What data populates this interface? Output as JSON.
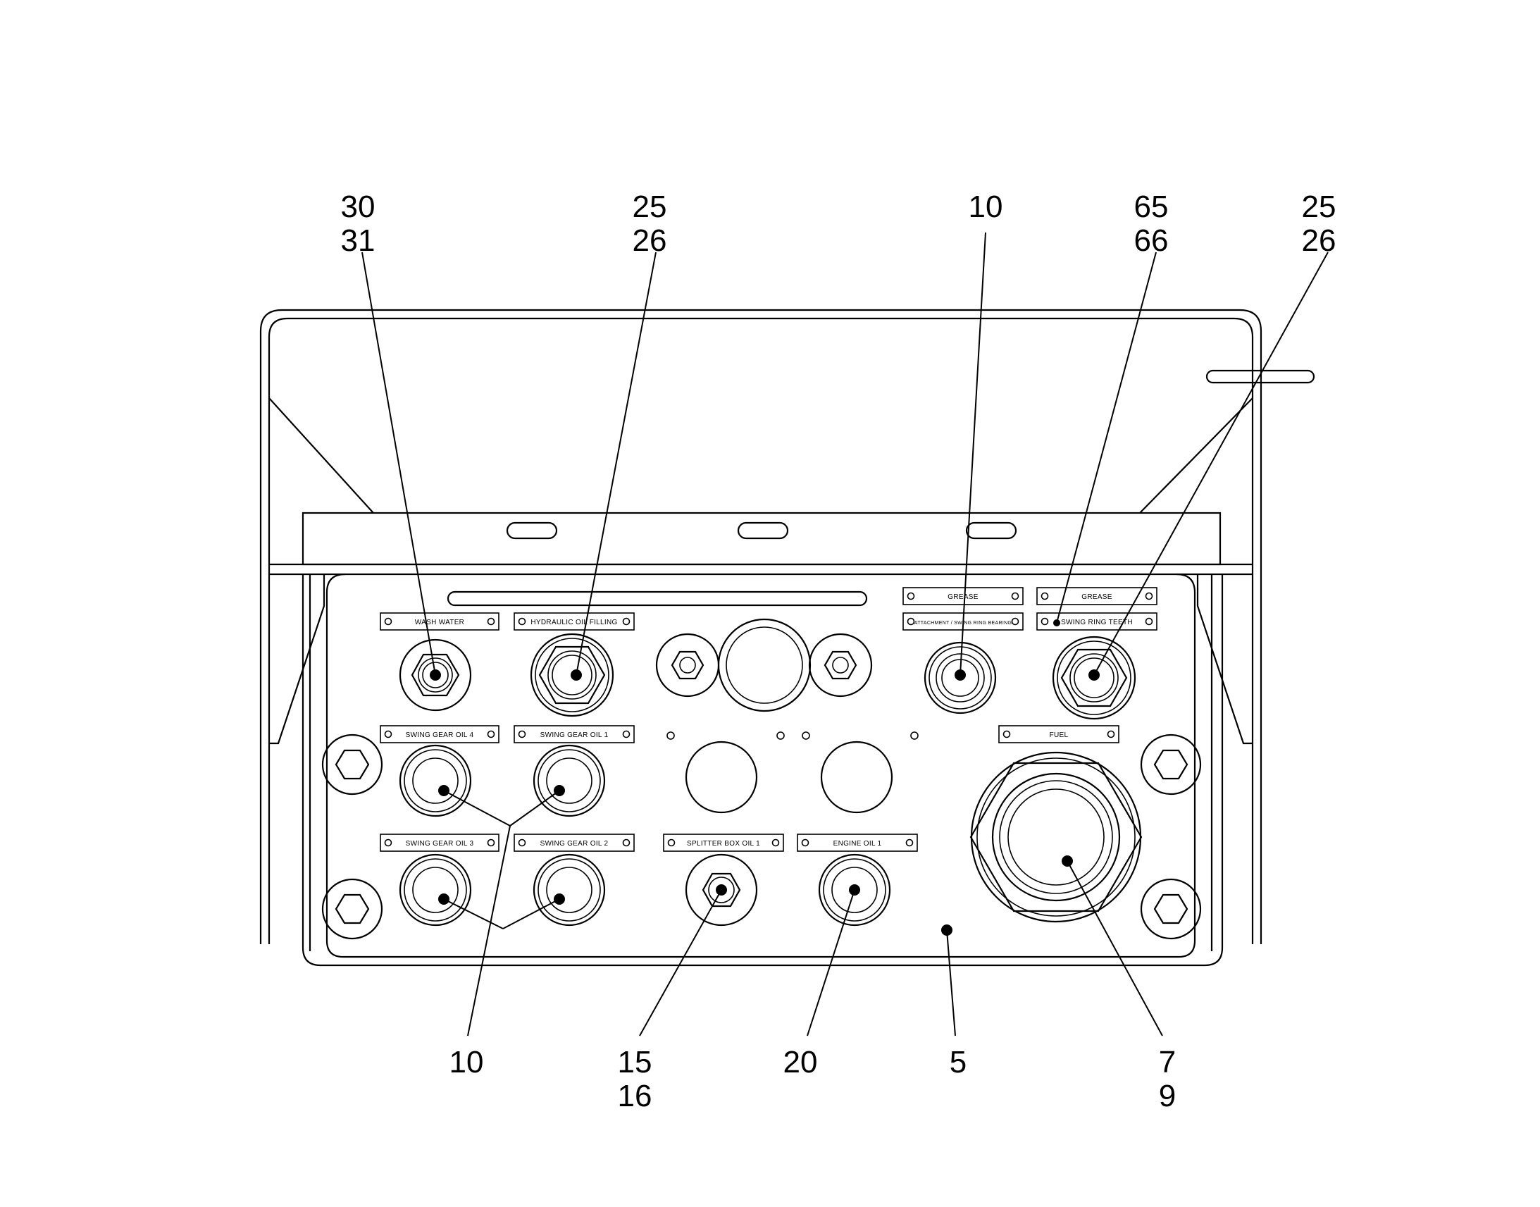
{
  "callouts": {
    "c1": [
      "30",
      "31"
    ],
    "c2": [
      "25",
      "26"
    ],
    "c3": [
      "10"
    ],
    "c4": [
      "65",
      "66"
    ],
    "c5": [
      "25",
      "26"
    ],
    "c6": [
      "10"
    ],
    "c7": [
      "15",
      "16"
    ],
    "c8": [
      "20"
    ],
    "c9": [
      "5"
    ],
    "c10": [
      "7",
      "9"
    ]
  },
  "plates": {
    "wash_water": "WASH WATER",
    "hydraulic_oil_filling": "HYDRAULIC OIL FILLING",
    "grease_1": "GREASE",
    "attachment_bearing": "ATTACHMENT / SWING RING BEARING",
    "grease_2": "GREASE",
    "swing_ring_teeth": "SWING RING TEETH",
    "swing_gear_oil_4": "SWING GEAR OIL 4",
    "swing_gear_oil_1": "SWING GEAR OIL 1",
    "fuel": "FUEL",
    "swing_gear_oil_3": "SWING GEAR OIL 3",
    "swing_gear_oil_2": "SWING GEAR OIL 2",
    "splitter_box_oil_1": "SPLITTER BOX OIL 1",
    "engine_oil_1": "ENGINE OIL 1"
  }
}
